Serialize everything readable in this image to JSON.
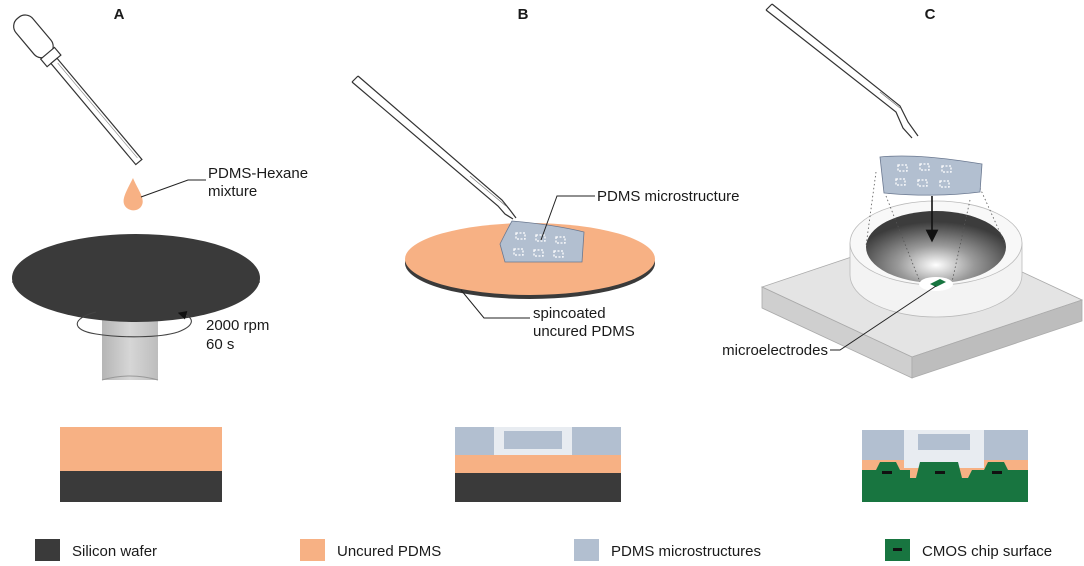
{
  "panels": {
    "a": "A",
    "b": "B",
    "c": "C"
  },
  "labels": {
    "pdms_hexane_line1": "PDMS-Hexane",
    "pdms_hexane_line2": "mixture",
    "spin_speed": "2000 rpm",
    "spin_time": "60 s",
    "pdms_microstructure": "PDMS microstructure",
    "spincoated_line1": "spincoated",
    "spincoated_line2": "uncured PDMS",
    "microelectrodes": "microelectrodes"
  },
  "legend": [
    {
      "label": "Silicon wafer",
      "color": "#3a3a3a"
    },
    {
      "label": "Uncured PDMS",
      "color": "#f7b184"
    },
    {
      "label": "PDMS microstructures",
      "color": "#b2bfd0"
    },
    {
      "label": "CMOS chip surface",
      "color": "#187540"
    }
  ],
  "colors": {
    "wafer": "#3a3a3a",
    "uncured_pdms": "#f7b184",
    "pdms_micro": "#b2bfd0",
    "cmos": "#187540",
    "chip_base": "#e6e6e6",
    "shaft": "#c8c8c8"
  }
}
